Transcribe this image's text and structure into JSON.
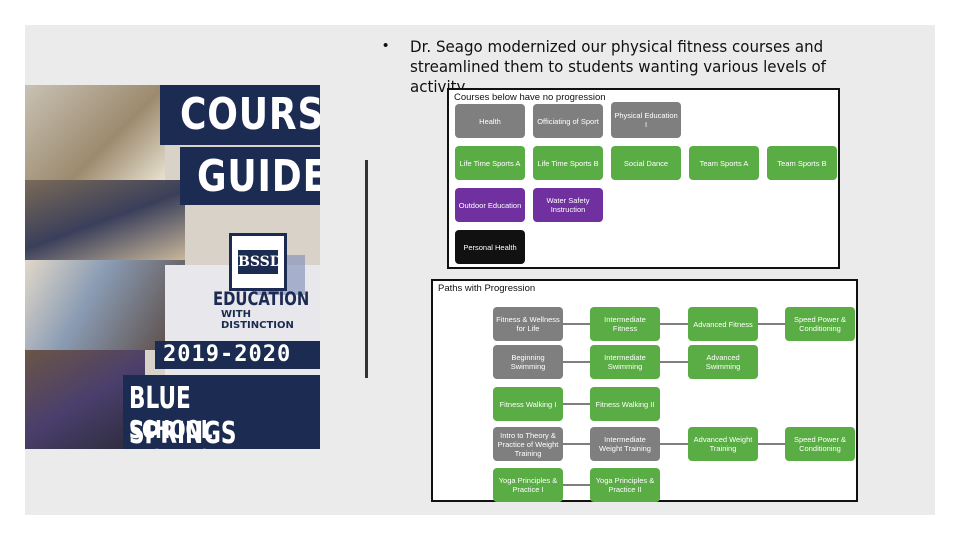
{
  "bullet": {
    "symbol": "•",
    "text": "Dr. Seago modernized our physical fitness courses and streamlined them to students wanting various levels of activity."
  },
  "cover": {
    "line1": "COURSE",
    "line2": "GUIDE",
    "logo": "BSSD",
    "tagline1": "EDUCATION",
    "tagline2": "WITH DISTINCTION",
    "year": "2019-2020",
    "district1": "BLUE SPRINGS",
    "district2": "SCHOOL DISTRICT"
  },
  "no_progression": {
    "title": "Courses below have no progression",
    "courses": [
      {
        "label": "Health",
        "color": "gray"
      },
      {
        "label": "Officiating of Sport",
        "color": "gray"
      },
      {
        "label": "Physical Education I",
        "color": "gray"
      },
      {
        "label": "Life Time Sports A",
        "color": "green"
      },
      {
        "label": "Life Time Sports B",
        "color": "green"
      },
      {
        "label": "Social Dance",
        "color": "green"
      },
      {
        "label": "Team Sports A",
        "color": "green"
      },
      {
        "label": "Team Sports B",
        "color": "green"
      },
      {
        "label": "Outdoor Education",
        "color": "purple"
      },
      {
        "label": "Water Safety Instruction",
        "color": "purple"
      },
      {
        "label": "Personal Health",
        "color": "black"
      }
    ]
  },
  "progression": {
    "title": "Paths with Progression",
    "rows": [
      [
        "Fitness & Wellness for Life",
        "Intermediate Fitness",
        "Advanced Fitness",
        "Speed Power & Conditioning"
      ],
      [
        "Beginning Swimming",
        "Intermediate Swimming",
        "Advanced Swimming"
      ],
      [
        "Fitness Walking I",
        "Fitness Walking II"
      ],
      [
        "Intro to Theory & Practice of Weight Training",
        "Intermediate Weight Training",
        "Advanced Weight Training",
        "Speed Power & Conditioning"
      ],
      [
        "Yoga Principles & Practice I",
        "Yoga Principles & Practice II"
      ]
    ]
  },
  "colors": {
    "gray": "#7f7f7f",
    "green": "#5aac44",
    "purple": "#7030a0",
    "black": "#111111",
    "navy": "#1c2b52"
  }
}
